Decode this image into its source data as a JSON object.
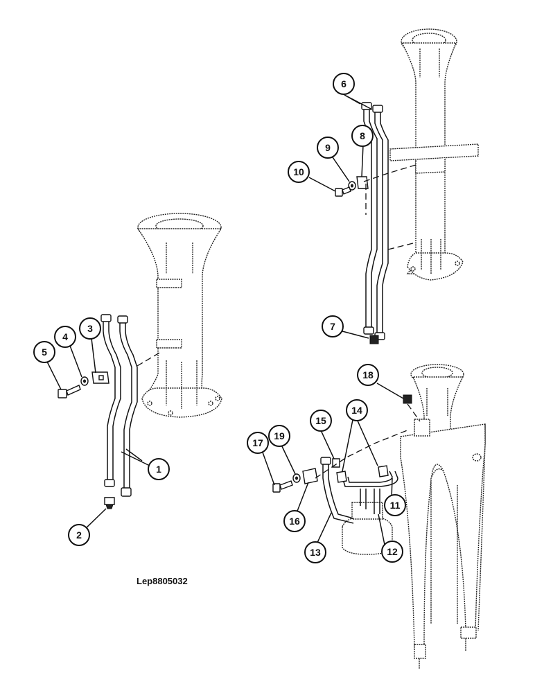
{
  "reference_code": "Lep8805032",
  "callouts": {
    "c1": "1",
    "c2": "2",
    "c3": "3",
    "c4": "4",
    "c5": "5",
    "c6": "6",
    "c7": "7",
    "c8": "8",
    "c9": "9",
    "c10": "10",
    "c11": "11",
    "c12": "12",
    "c13": "13",
    "c14": "14",
    "c15": "15",
    "c16": "16",
    "c17": "17",
    "c18": "18",
    "c19": "19"
  }
}
